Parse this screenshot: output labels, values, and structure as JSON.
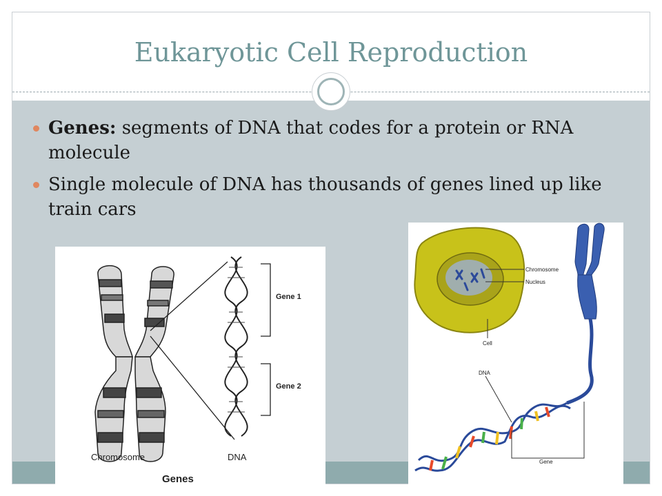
{
  "slide": {
    "title": "Eukaryotic Cell Reproduction",
    "bullets": [
      {
        "term": "Genes:",
        "text": " segments of DNA that codes for a protein or RNA molecule"
      },
      {
        "term": "",
        "text": "Single molecule of DNA has thousands of genes lined up like train cars"
      }
    ]
  },
  "figure_left": {
    "gene1_label": "Gene 1",
    "gene2_label": "Gene 2",
    "chromosome_label": "Chromosome",
    "dna_label": "DNA",
    "caption": "Genes"
  },
  "figure_right": {
    "chromosome_label": "Chromosome",
    "nucleus_label": "Nucleus",
    "cell_label": "Cell",
    "dna_label": "DNA",
    "gene_label": "Gene"
  },
  "colors": {
    "title": "#6f9698",
    "content_bg": "#c5cfd3",
    "footer_band": "#8fabad",
    "bullet": "#e0875f",
    "cell_yellow": "#c8c21a",
    "chromosome_blue": "#3a5fb0"
  }
}
